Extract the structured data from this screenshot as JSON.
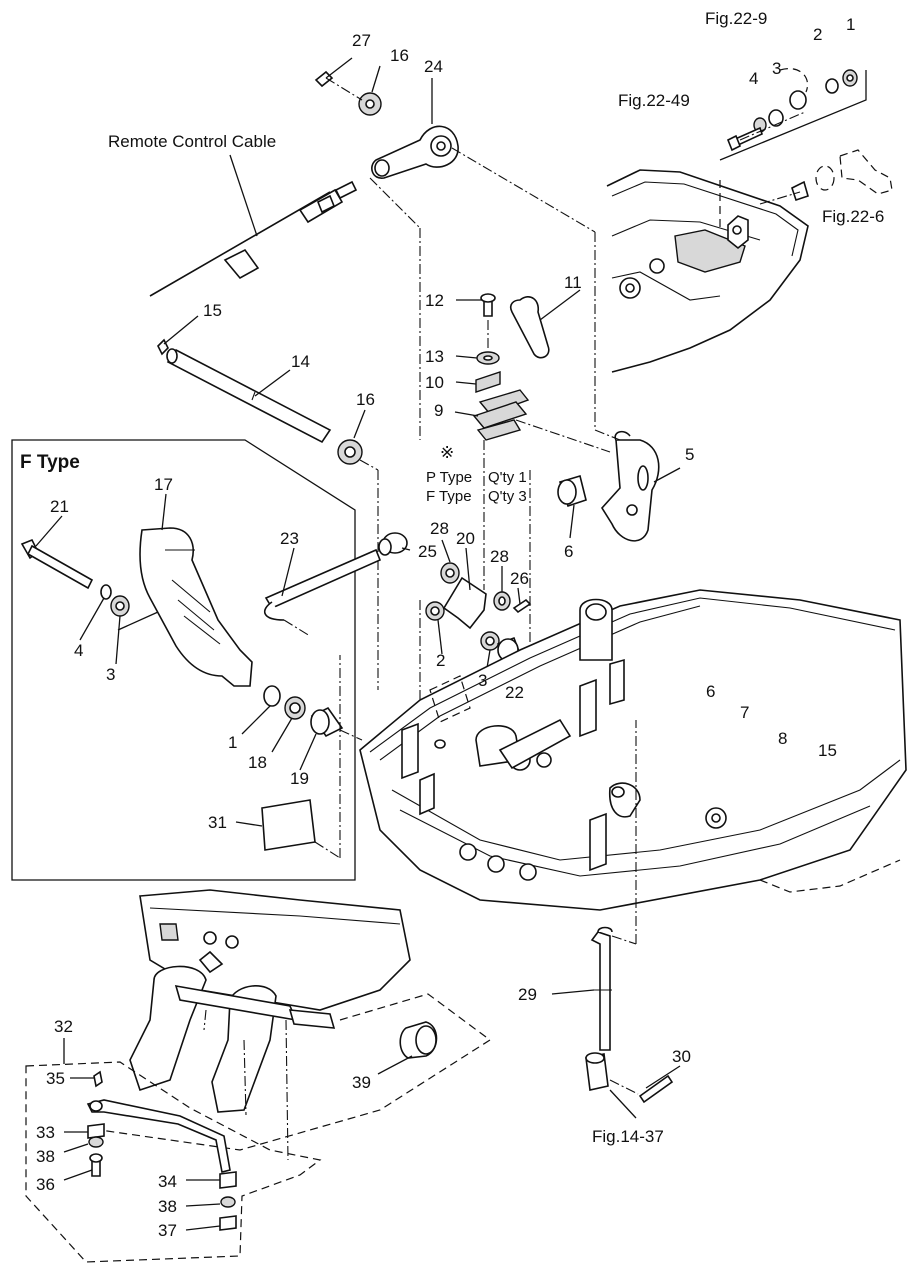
{
  "callouts": {
    "n1": "1",
    "n2": "2",
    "n3": "3",
    "n4": "4",
    "n5": "5",
    "n6": "6",
    "n7": "7",
    "n8": "8",
    "n9": "9",
    "n10": "10",
    "n11": "11",
    "n12": "12",
    "n13": "13",
    "n14": "14",
    "n15": "15",
    "n16": "16",
    "n17": "17",
    "n18": "18",
    "n19": "19",
    "n20": "20",
    "n21": "21",
    "n22": "22",
    "n23": "23",
    "n24": "24",
    "n25": "25",
    "n26": "26",
    "n27": "27",
    "n28": "28",
    "n29": "29",
    "n30": "30",
    "n31": "31",
    "n32": "32",
    "n33": "33",
    "n34": "34",
    "n35": "35",
    "n36": "36",
    "n37": "37",
    "n38": "38",
    "n39": "39"
  },
  "refs": {
    "fig_22_9": "Fig.22-9",
    "fig_22_49": "Fig.22-49",
    "fig_22_6": "Fig.22-6",
    "fig_14_37": "Fig.14-37"
  },
  "labels": {
    "remote_cable": "Remote Control Cable",
    "f_type_box": "F Type",
    "note_mark": "※",
    "p_type": "P Type",
    "p_qty": "Q'ty 1",
    "f_type": "F Type",
    "f_qty": "Q'ty 3"
  }
}
